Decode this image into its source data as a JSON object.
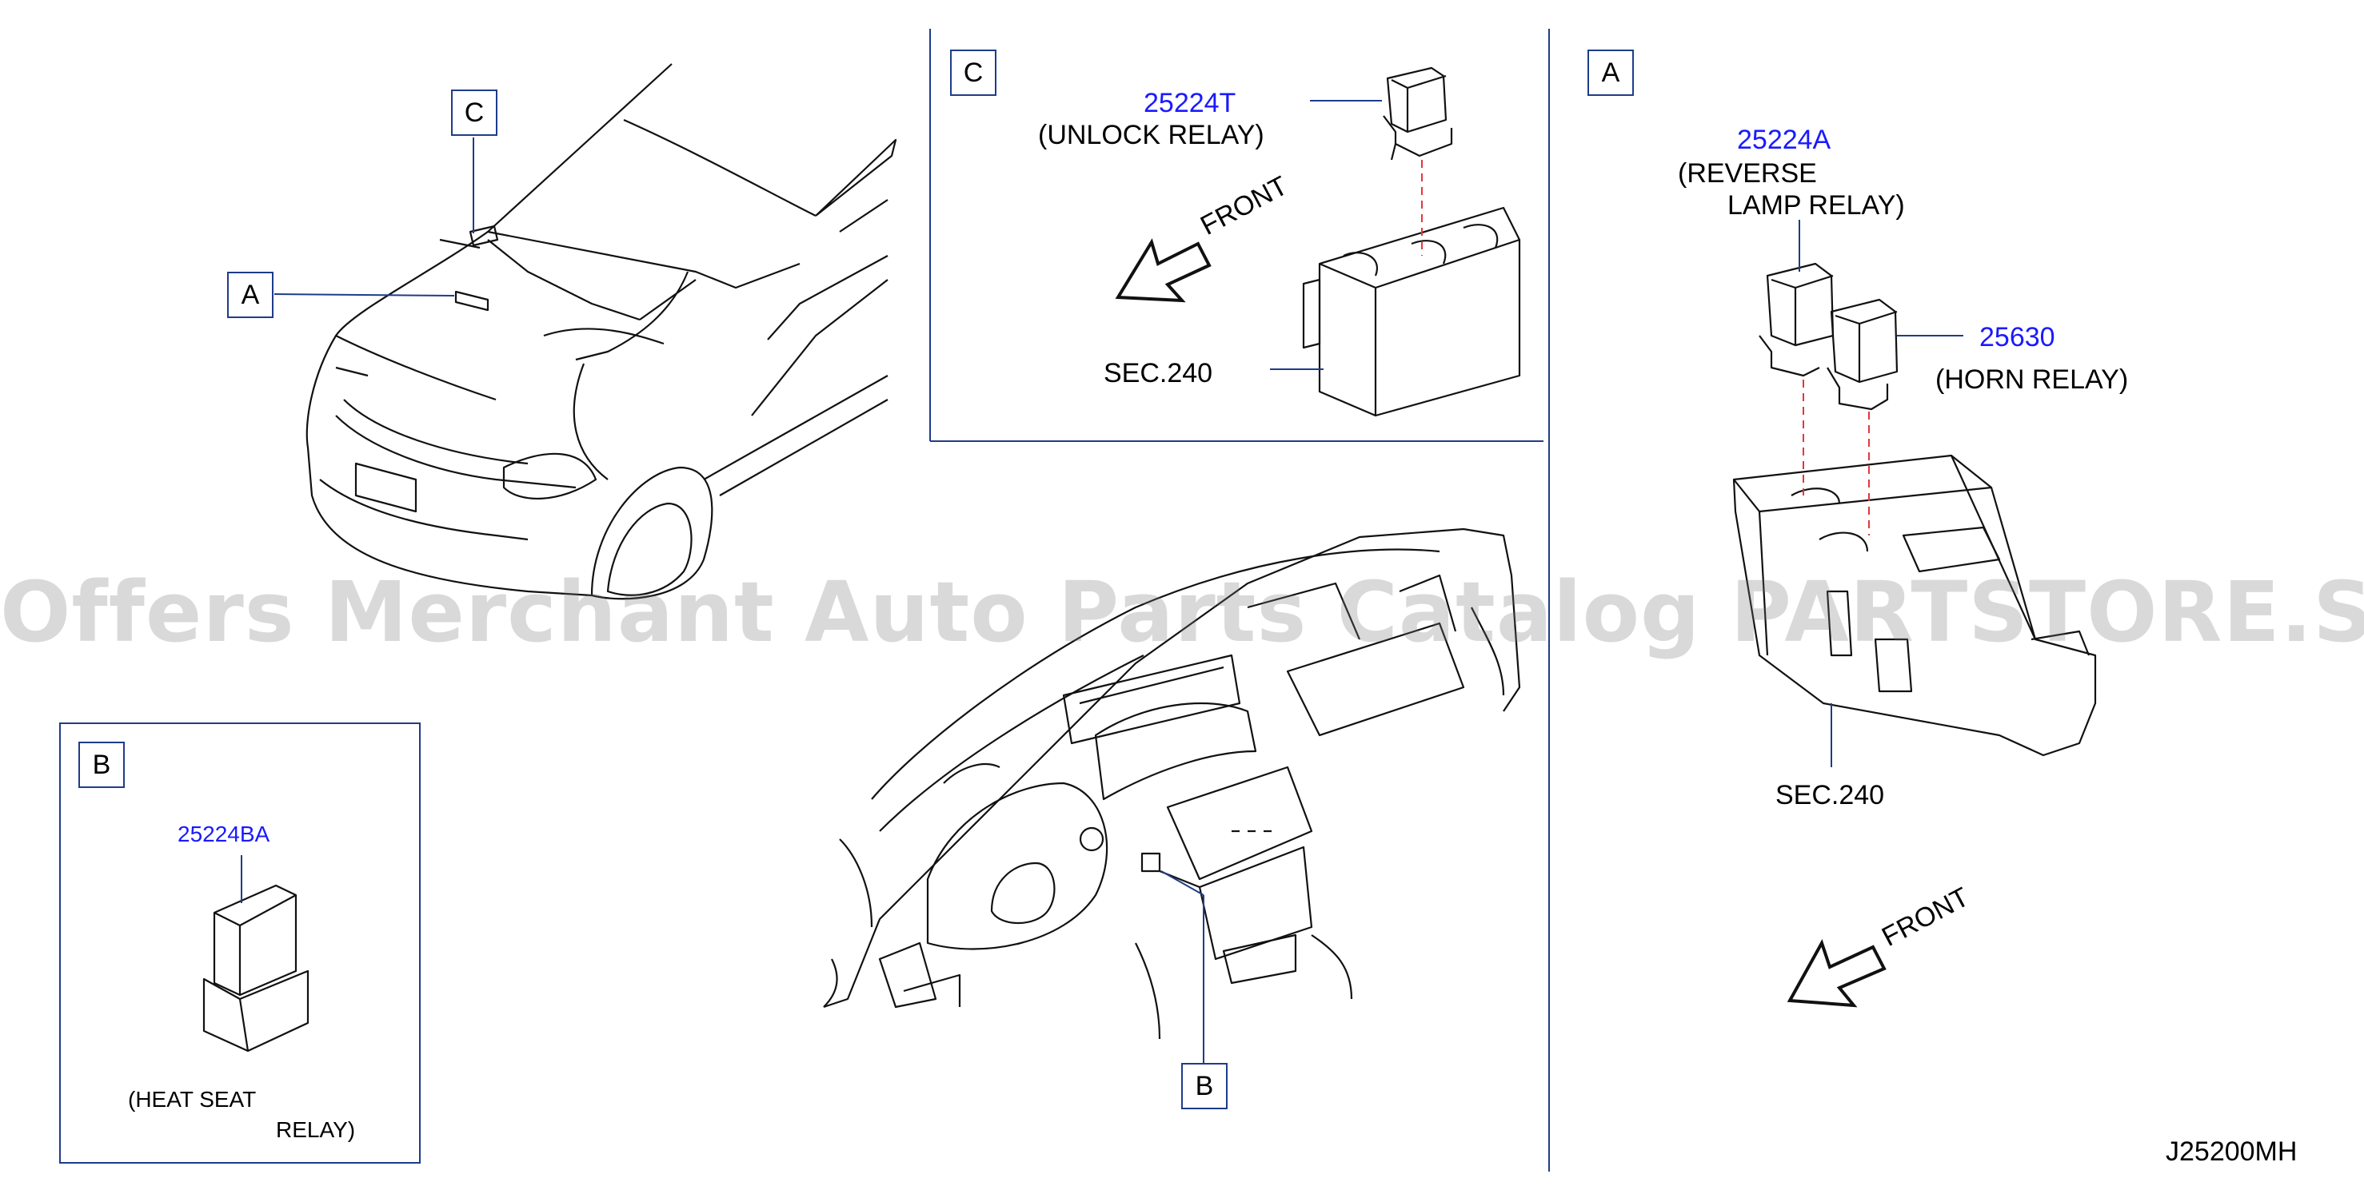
{
  "panels": {
    "c": {
      "tag": "C",
      "part_number": "25224T",
      "name": "(UNLOCK  RELAY)",
      "front": "FRONT",
      "section": "SEC.240"
    },
    "a": {
      "tag": "A",
      "part_number_1": "25224A",
      "name_1_line1": "(REVERSE",
      "name_1_line2": "LAMP  RELAY)",
      "part_number_2": "25630",
      "name_2": "(HORN  RELAY)",
      "section": "SEC.240",
      "front": "FRONT"
    },
    "b": {
      "tag": "B",
      "part_number": "25224BA",
      "name_line1": "(HEAT  SEAT",
      "name_line2": "RELAY)"
    }
  },
  "callouts": {
    "c": "C",
    "a": "A",
    "b": "B"
  },
  "watermark": "Offers Merchant Auto Parts Catalog PARTSTORE.SA",
  "drawing_id": "J25200MH",
  "colors": {
    "frame": "#1f3c8a",
    "part_number": "#1a1aff",
    "dash": "#e0383e",
    "line": "#111111"
  }
}
